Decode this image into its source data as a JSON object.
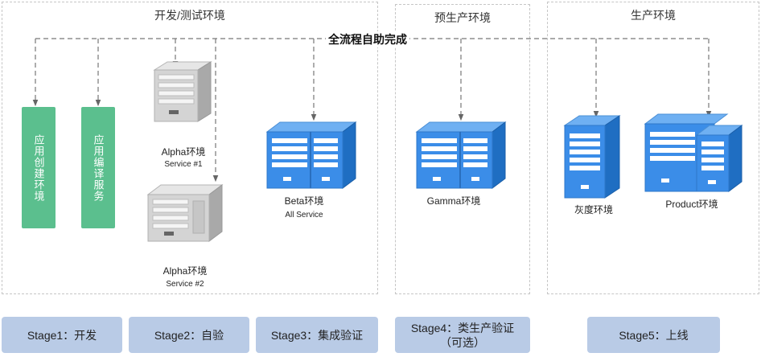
{
  "panels": {
    "dev": "开发/测试环境",
    "preprod": "预生产环境",
    "prod": "生产环境"
  },
  "flow_label": "全流程自助完成",
  "services": {
    "app_create": "应用创建环境",
    "app_compile": "应用编译服务"
  },
  "nodes": {
    "alpha1": {
      "label": "Alpha环境",
      "sub": "Service #1"
    },
    "alpha2": {
      "label": "Alpha环境",
      "sub": "Service #2"
    },
    "beta": {
      "label": "Beta环境",
      "sub": "All Service"
    },
    "gamma": {
      "label": "Gamma环境"
    },
    "gray": {
      "label": "灰度环境"
    },
    "product": {
      "label": "Product环境"
    }
  },
  "stages": [
    {
      "label": "Stage1：开发"
    },
    {
      "label": "Stage2：自验"
    },
    {
      "label": "Stage3：集成验证"
    },
    {
      "label": "Stage4：类生产验证（可选）"
    },
    {
      "label": "Stage5：上线"
    }
  ],
  "colors": {
    "green": "#5bbf8e",
    "blue": "#3b8de8",
    "gray_server": "#c8c8c8",
    "stage": "#b9cbe6"
  }
}
